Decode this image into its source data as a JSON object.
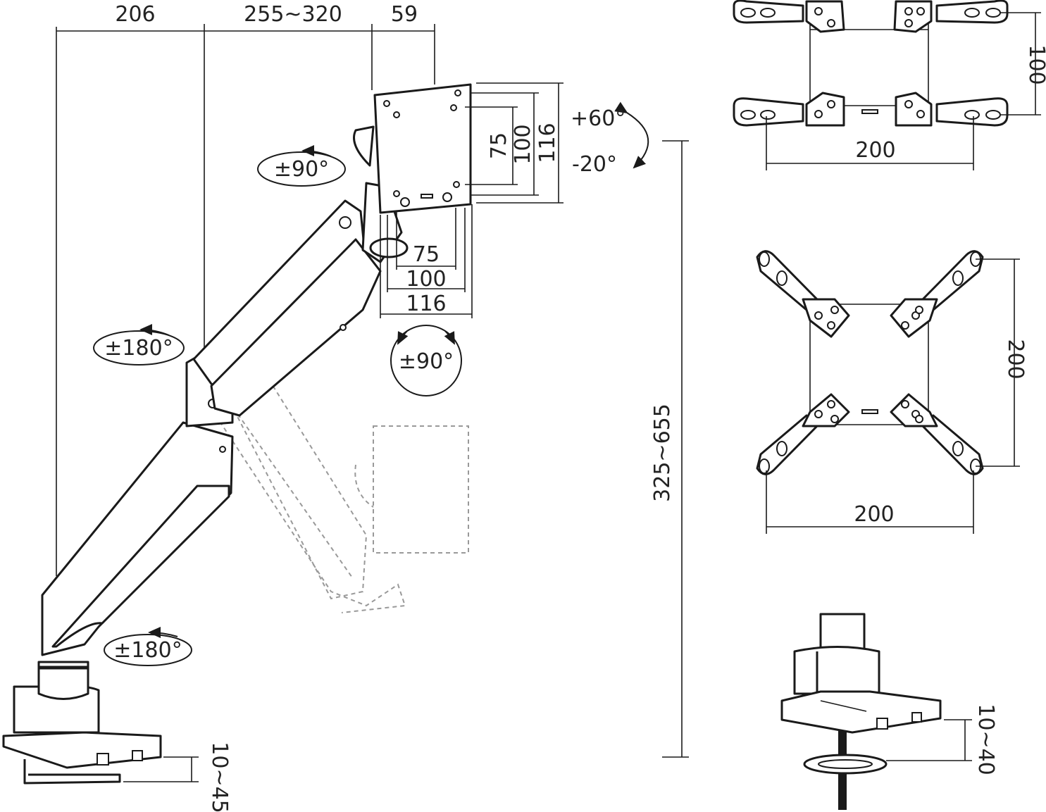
{
  "dimensions": {
    "top_206": "206",
    "top_255_320": "255~320",
    "top_59": "59",
    "vesa_75": "75",
    "vesa_100": "100",
    "vesa_116": "116",
    "plate_75": "75",
    "plate_100": "100",
    "plate_116": "116",
    "height_range": "325~655",
    "desk_clamp": "10~45",
    "grommet": "10~40",
    "ext_100": "100",
    "ext_200_top": "200",
    "ext_200_vertical": "200",
    "ext_200_bottom": "200"
  },
  "rotations": {
    "tilt_up": "+60°",
    "tilt_down": "-20°",
    "swivel_head": "±90°",
    "rotate_screen": "±90°",
    "swivel_upper": "±180°",
    "swivel_base": "±180°"
  }
}
